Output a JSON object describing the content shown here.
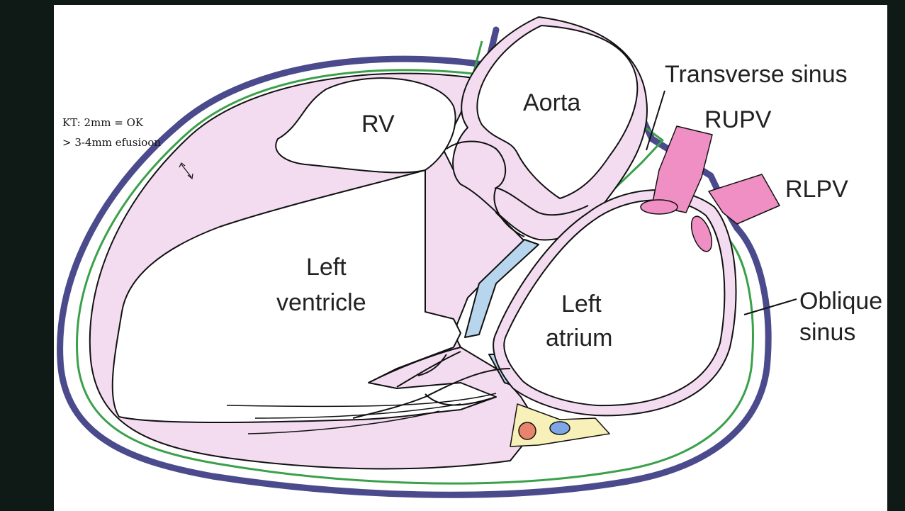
{
  "labels": {
    "rv": "RV",
    "aorta": "Aorta",
    "transverse_sinus": "Transverse sinus",
    "rupv": "RUPV",
    "rlpv": "RLPV",
    "left_ventricle_line1": "Left",
    "left_ventricle_line2": "ventricle",
    "left_atrium_line1": "Left",
    "left_atrium_line2": "atrium",
    "oblique_sinus_line1": "Oblique",
    "oblique_sinus_line2": "sinus"
  },
  "annotation": {
    "line1": "KT: 2mm = OK",
    "line2": "> 3-4mm efusioon"
  },
  "colors": {
    "pericardium_outer": "#4a4a8c",
    "pericardium_inner": "#3aa14a",
    "myocardium": "#f3dcf0",
    "pulmonary_vein": "#ef8fc4",
    "septum": "#b7d6ee",
    "fat": "#f7f0b8",
    "coronary_artery": "#e8846e",
    "coronary_vein": "#7ea6e6"
  }
}
